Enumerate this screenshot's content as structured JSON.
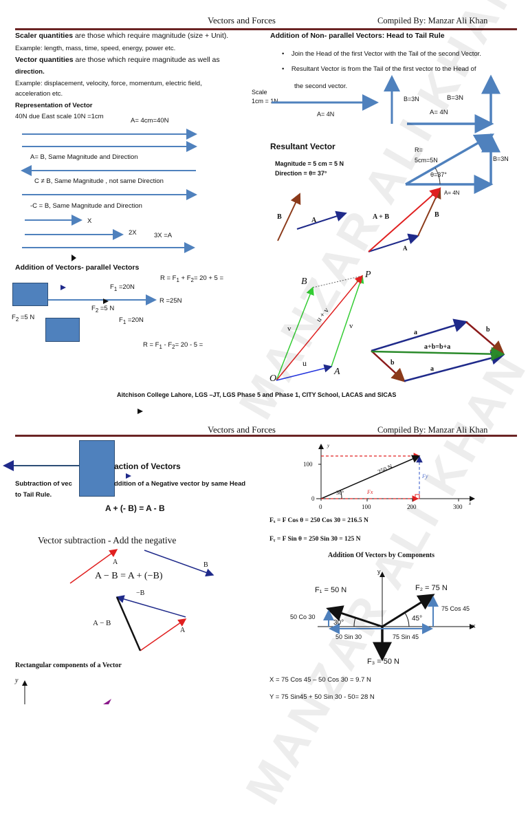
{
  "page1": {
    "header": {
      "title": "Vectors and Forces",
      "compiled": "Compiled By: Manzar Ali Khan"
    },
    "left": {
      "scaler_term": "Scaler quantities",
      "scaler_rest": " are those which require magnitude (size + Unit).",
      "scaler_example": "Example: length, mass, time, speed, energy, power etc.",
      "vector_term": "Vector quantities",
      "vector_rest": " are those which require magnitude as well as",
      "vector_rest2": "direction.",
      "vector_example1": "Example: displacement, velocity, force, momentum, electric field,",
      "vector_example2": "acceleration etc.",
      "rep_title": "Representation of Vector",
      "rep_text": "40N due East    scale 10N =1cm",
      "a_label": "A= 4cm=40N",
      "eq1": "A= B,  Same Magnitude and Direction",
      "eq2": "C ≠ B,  Same Magnitude , not same Direction",
      "eq3": "-C = B,  Same Magnitude and Direction",
      "x": "X",
      "x2": "2X",
      "x3": "3X =A",
      "parallel_title": "Addition of Vectors- parallel Vectors",
      "r1": "R = F",
      "r1_sub1": "1",
      "r1_mid": " + F",
      "r1_sub2": "2",
      "r1_end": "= 20 + 5 =",
      "f1a": "F",
      "f1a_sub": "1",
      "f1a_val": " =20N",
      "f2a": "F",
      "f2a_sub": "2",
      "f2a_val": " =5 N",
      "r25": "R =25N",
      "f2b": "F",
      "f2b_sub": "2",
      "f2b_val": " =5 N",
      "f1b": "F",
      "f1b_sub": "1",
      "f1b_val": " =20N",
      "r2": "R = F",
      "r2_sub1": "1",
      "r2_mid": " - F",
      "r2_sub2": "2",
      "r2_end": "= 20 - 5 ="
    },
    "right": {
      "title": "Addition of Non- parallel Vectors: Head to Tail Rule",
      "bullet1": "Join the Head of the first Vector with the Tail of the second Vector.",
      "bullet2": "Resultant Vector is from the Tail of the first vector to the Head of",
      "bullet2b": "the second vector.",
      "scale1": "Scale",
      "scale2": "1cm = 1N",
      "a4n": "A= 4N",
      "b3n_small": "B=3N",
      "b3n": "B=3N",
      "a4n_b": "A= 4N",
      "resultant_title": "Resultant Vector",
      "magnitude": "Magnitude = 5 cm = 5 N",
      "direction": "Direction = θ= 37°",
      "r_eq": "R=",
      "r_5cm": "5cm=5N",
      "theta": "θ=37°",
      "b3n_tri": "B=3N",
      "a4n_tri": "A= 4N",
      "apb_b": "B",
      "apb_a": "A",
      "apb_sum": "A + B",
      "apb_b2": "B",
      "apb_a2": "A",
      "par_B": "B",
      "par_P": "P",
      "par_v1": "v",
      "par_v2": "v",
      "par_uv": "u + v",
      "par_u": "u",
      "par_O": "O",
      "par_A": "A",
      "comm_a1": "a",
      "comm_b1": "b",
      "comm_sum": "a+b=b+a",
      "comm_b2": "b",
      "comm_a2": "a"
    },
    "footer": "Aitchison College Lahore, LGS –JT, LGS Phase 5 and Phase 1, CITY School, LACAS and SICAS"
  },
  "page2": {
    "header": {
      "title": "Vectors and Forces",
      "compiled": "Compiled By: Manzar Ali Khan"
    },
    "left": {
      "title_partial": "action of Vectors",
      "sub_text1a": "Subtraction of vec",
      "sub_text1b": "ddition of a Negative vector by same Head",
      "sub_text2": "to Tail Rule.",
      "formula": "A + (- B) = A - B",
      "vsub_title": "Vector subtraction - Add the negative",
      "vsub_eq": "A − B = A + (−B)",
      "vsub_A": "A",
      "vsub_B": "B",
      "vsub_negB": "−B",
      "vsub_AmB": "A − B",
      "vsub_A2": "A",
      "rect_title": "Rectangular components of a Vector",
      "axis_y": "y"
    },
    "right": {
      "graph_y": "y",
      "graph_x": "x",
      "tick_100": "100",
      "tick_0": "0",
      "xtick_0": "0",
      "xtick_100": "100",
      "xtick_200": "200",
      "xtick_300": "300",
      "graph_250": "250 N",
      "graph_30": "30°",
      "graph_Fx": "Fx",
      "graph_Fy": "Fy",
      "fx_eq": "Fₓ = F Cos θ = 250 Cos 30 = 216.5 N",
      "fy_eq": "Fᵧ = F Sin θ = 250 Sin 30 = 125 N",
      "comp_title": "Addition Of Vectors by Components",
      "f1": "F₁ = 50 N",
      "f2": "F₂ = 75 N",
      "f3": "F₃ = 50 N",
      "c50co30": "50 Co 30",
      "c30": "30°",
      "c45": "45°",
      "c75cos45": "75 Cos 45",
      "c50sin30": "50 Sin 30",
      "c75sin45": "75 Sin 45",
      "cy": "y",
      "cx": "x",
      "x_eq": "X = 75 Cos 45 – 50 Cos 30 = 9.7 N",
      "y_eq": "Y = 75 Sin45 + 50 Sin 30 - 50= 28 N"
    }
  },
  "watermark": "MANZAR ALI KHAN",
  "colors": {
    "header_rule": "#6b2424",
    "arrow_blue": "#4f81bd",
    "box_blue": "#4f81bd",
    "red": "#e02020",
    "navy": "#1f2a8a",
    "brown": "#8b3a1a"
  }
}
